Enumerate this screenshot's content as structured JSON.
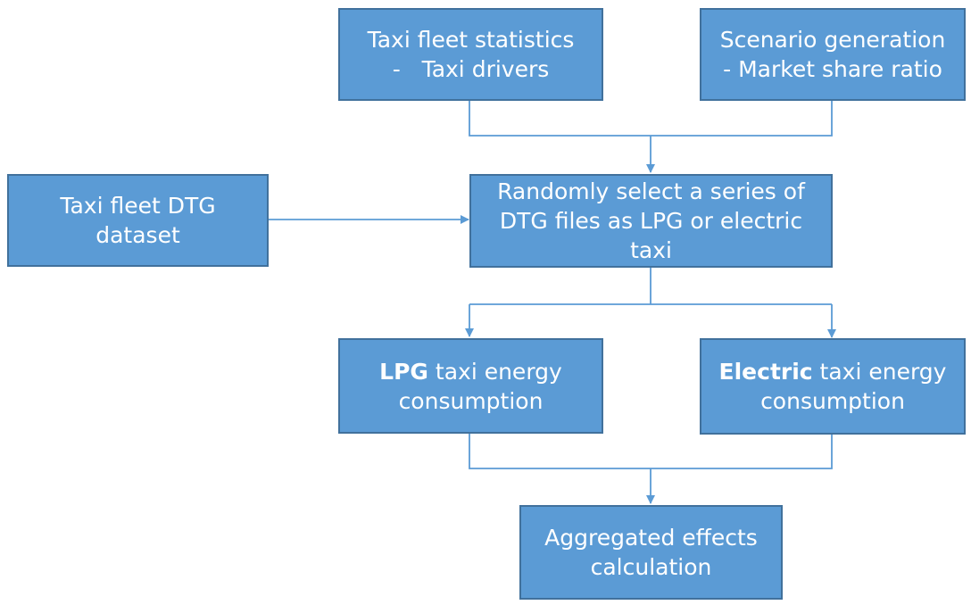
{
  "boxes": {
    "taxi_stats": {
      "line1": "Taxi fleet statistics",
      "line2": "-   Taxi drivers"
    },
    "scenario": {
      "line1": "Scenario generation",
      "line2": "- Market share ratio"
    },
    "dtg_dataset": {
      "line1": "Taxi fleet DTG",
      "line2": "dataset"
    },
    "random_select": {
      "line1": "Randomly select a series of",
      "line2": "DTG files as LPG or electric",
      "line3": "taxi"
    },
    "lpg": {
      "bold": "LPG",
      "rest": " taxi energy",
      "line2": "consumption"
    },
    "electric": {
      "bold": "Electric",
      "rest": " taxi energy",
      "line2": "consumption"
    },
    "aggregated": {
      "line1": "Aggregated effects",
      "line2": "calculation"
    }
  },
  "colors": {
    "box_fill": "#5b9bd5",
    "box_border": "#41719c",
    "connector": "#5b9bd5",
    "text": "#ffffff"
  }
}
